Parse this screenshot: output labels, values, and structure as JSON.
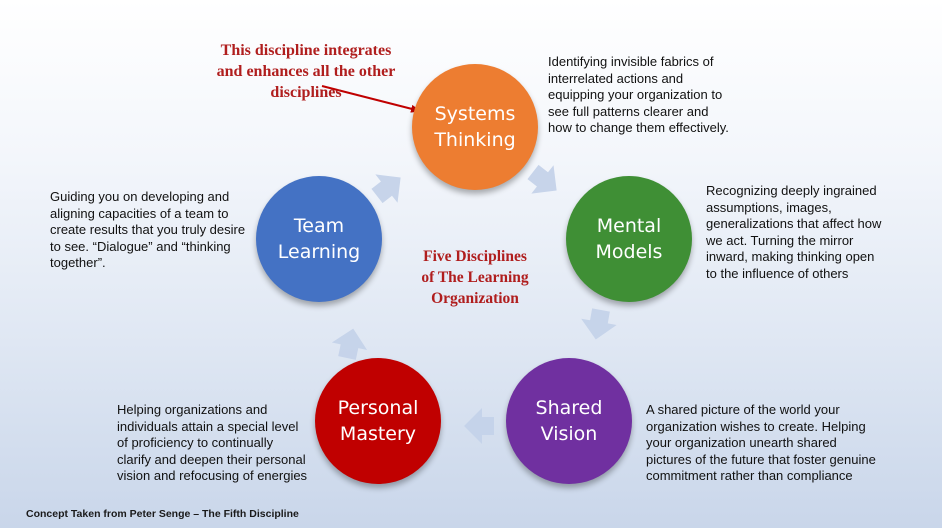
{
  "annotation": {
    "text": "This discipline integrates\nand enhances all the other\ndisciplines",
    "color": "#b01e1e"
  },
  "center_title": "Five Disciplines\nof  The Learning\nOrganization",
  "disciplines": [
    {
      "label": "Systems\nThinking",
      "color": "#ed7d31",
      "description": "Identifying invisible fabrics of\ninterrelated actions and\nequipping your organization to\nsee full patterns clearer and\nhow to change them effectively."
    },
    {
      "label": "Mental\nModels",
      "color": "#3f8f35",
      "description": "Recognizing deeply ingrained\nassumptions, images,\ngeneralizations that affect how\nwe act. Turning the mirror\ninward, making thinking open\nto the influence of others"
    },
    {
      "label": "Shared\nVision",
      "color": "#7030a0",
      "description": "A shared picture of the world your\norganization wishes to create. Helping\nyour organization unearth shared\npictures of the future that foster genuine\ncommitment rather than compliance"
    },
    {
      "label": "Personal\nMastery",
      "color": "#c00000",
      "description": "Helping organizations and\nindividuals attain  a special level\nof proficiency to continually\nclarify and deepen their personal\nvision and refocusing of energies"
    },
    {
      "label": "Team\nLearning",
      "color": "#4472c4",
      "description": "Guiding you on developing and\naligning capacities of a team to\ncreate results that you truly desire\nto see. “Dialogue” and “thinking\ntogether”."
    }
  ],
  "footer": "Concept Taken from Peter Senge – The Fifth Discipline",
  "colors": {
    "connector_arrow": "#c5d3ea",
    "annotation_arrow": "#c00000"
  }
}
